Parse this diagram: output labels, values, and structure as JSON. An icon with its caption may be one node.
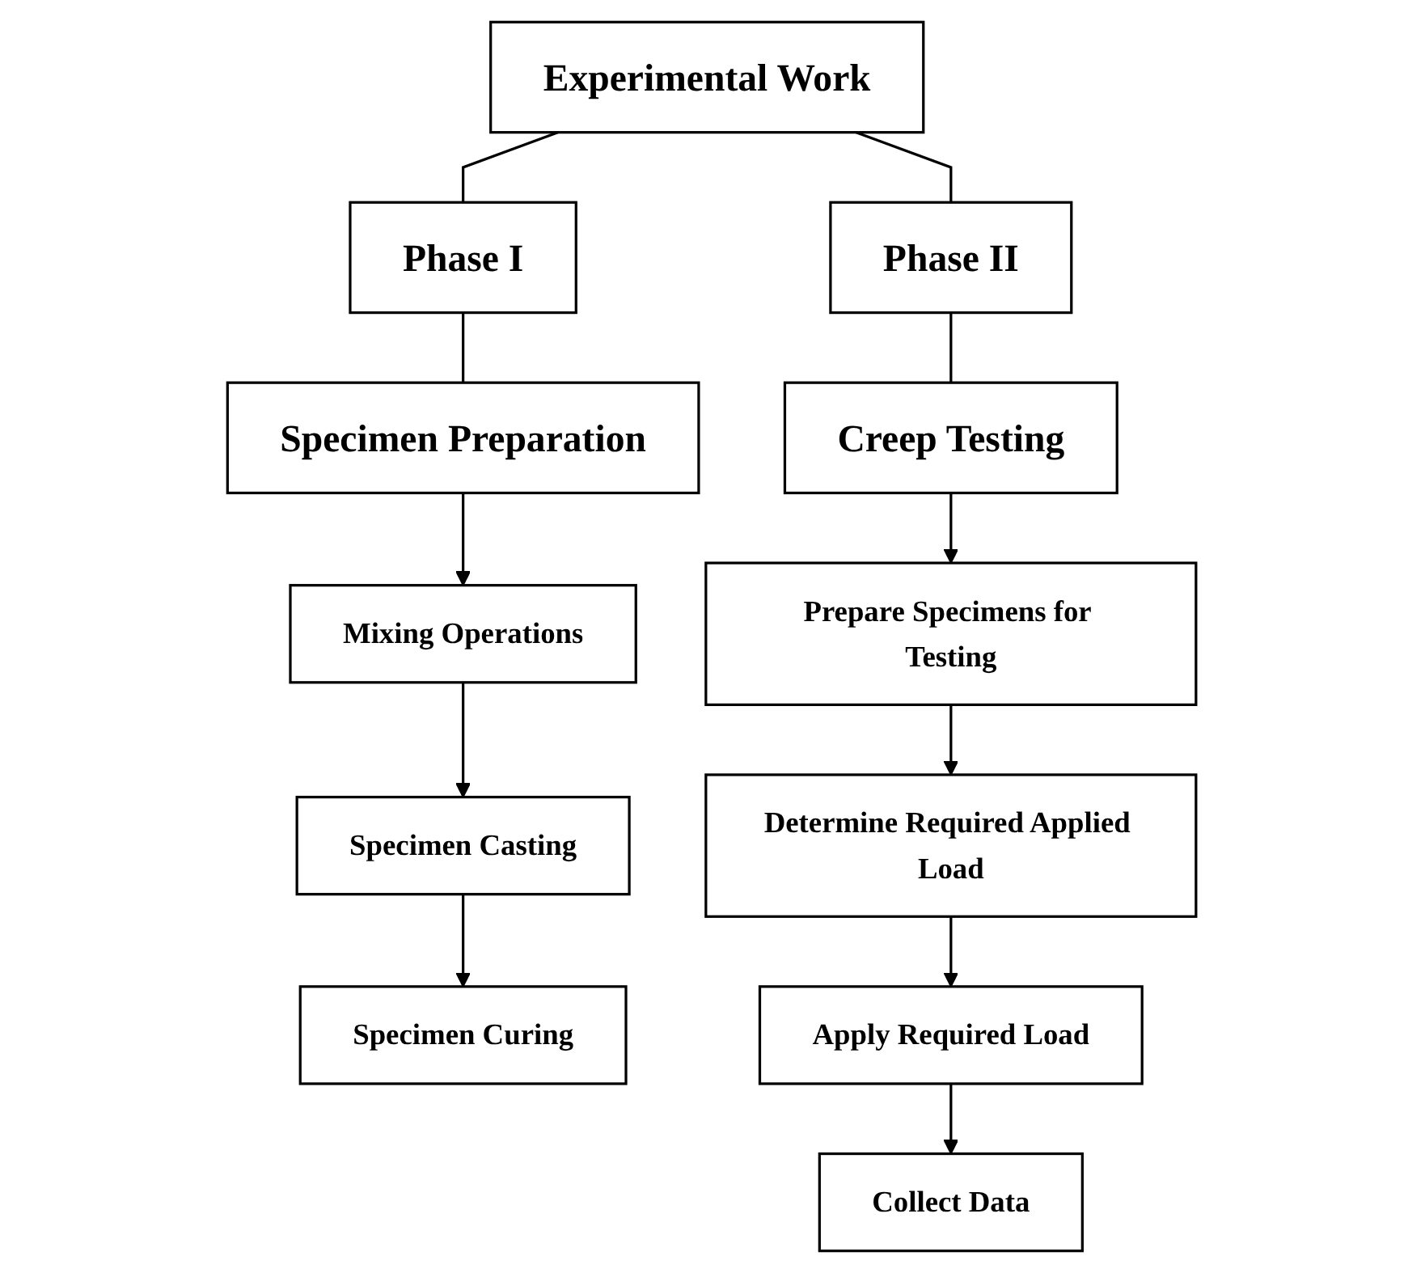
{
  "diagram": {
    "nodes": [
      {
        "text": [
          "Experimental Work"
        ]
      },
      {
        "text": [
          "Phase I"
        ]
      },
      {
        "text": [
          "Phase II"
        ]
      },
      {
        "text": [
          "Specimen Preparation"
        ]
      },
      {
        "text": [
          "Creep Testing"
        ]
      },
      {
        "text": [
          "Mixing Operations"
        ]
      },
      {
        "text": [
          "Specimen Casting"
        ]
      },
      {
        "text": [
          "Specimen Curing"
        ]
      },
      {
        "text": [
          "Prepare Specimens for Testing"
        ]
      },
      {
        "text": [
          "Determine Required Applied Load"
        ]
      },
      {
        "text": [
          "Apply Required Load"
        ]
      },
      {
        "text": [
          "Collect Data"
        ]
      }
    ],
    "edges": [
      {
        "from": 0,
        "to": 1,
        "arrow": "none"
      },
      {
        "from": 0,
        "to": 2,
        "arrow": "none"
      },
      {
        "from": 1,
        "to": 3,
        "arrow": "none"
      },
      {
        "from": 2,
        "to": 4,
        "arrow": "none"
      },
      {
        "from": 3,
        "to": 5,
        "arrow": "to"
      },
      {
        "from": 5,
        "to": 6,
        "arrow": "to"
      },
      {
        "from": 6,
        "to": 7,
        "arrow": "to"
      },
      {
        "from": 4,
        "to": 8,
        "arrow": "to"
      },
      {
        "from": 8,
        "to": 9,
        "arrow": "to"
      },
      {
        "from": 9,
        "to": 10,
        "arrow": "to"
      },
      {
        "from": 10,
        "to": 11,
        "arrow": "to"
      }
    ]
  }
}
